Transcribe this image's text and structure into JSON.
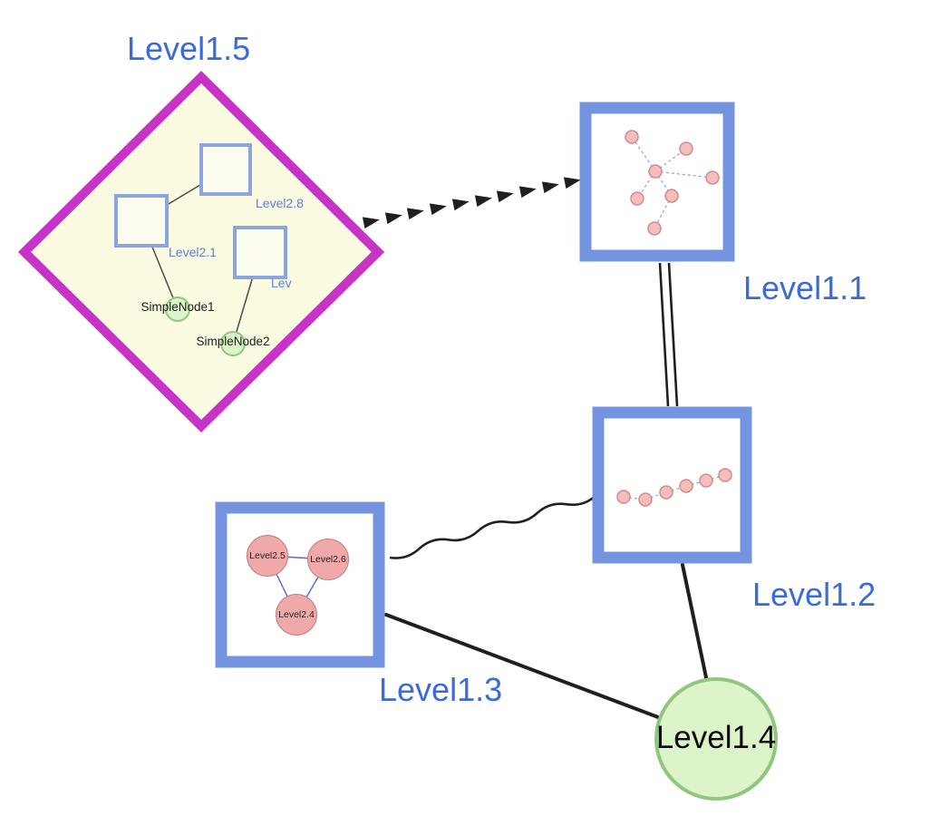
{
  "diagram": {
    "type": "nested-graph",
    "top_level_nodes": [
      {
        "id": "level15",
        "label": "Level1.5",
        "shape": "diamond-group",
        "children": {
          "group_nodes": [
            {
              "label": "Level2.8"
            },
            {
              "label": "Level2.1"
            },
            {
              "label": "Lev"
            }
          ],
          "simple_nodes": [
            {
              "label": "SimpleNode1"
            },
            {
              "label": "SimpleNode2"
            }
          ]
        }
      },
      {
        "id": "level11",
        "label": "Level1.1",
        "shape": "square-group",
        "content": {
          "small_pink_node_count": 7,
          "inner_edge_style": "dashed-star"
        }
      },
      {
        "id": "level12",
        "label": "Level1.2",
        "shape": "square-group",
        "content": {
          "small_pink_node_count": 6,
          "inner_edge_style": "dashed-chain"
        }
      },
      {
        "id": "level13",
        "label": "Level1.3",
        "shape": "square-group",
        "children": {
          "nodes": [
            {
              "label": "Level2.5"
            },
            {
              "label": "Level2.6"
            },
            {
              "label": "Level2.4"
            }
          ]
        }
      },
      {
        "id": "level14",
        "label": "Level1.4",
        "shape": "green-circle"
      }
    ],
    "edges": [
      {
        "from": "Level1.5",
        "to": "Level1.1",
        "style": "bold-dashed-arrowheads"
      },
      {
        "from": "Level1.1",
        "to": "Level1.2",
        "style": "double-parallel-line"
      },
      {
        "from": "Level1.3",
        "to": "Level1.2",
        "style": "wavy-line"
      },
      {
        "from": "Level1.3",
        "to": "Level1.4",
        "style": "solid-line"
      },
      {
        "from": "Level1.2",
        "to": "Level1.4",
        "style": "solid-line"
      }
    ]
  },
  "colors": {
    "label_blue": "#3A6BD8",
    "inner_label_blue": "#5B7FD6",
    "diamond_border": "#C733C7",
    "diamond_fill": "#FBFBE2",
    "inner_square_fill": "#FDFDEF",
    "inner_square_border": "#8CA6DD",
    "group_border": "#7494E0",
    "group_fill": "#FFFFFF",
    "green_fill": "#DDF3C9",
    "green_border": "#8FC77F",
    "pink_fill": "#F5BDBD",
    "pink_border": "#D28C8C",
    "big_pink_fill": "#EFA9A9",
    "big_pink_border": "#C47D7D",
    "mini_edge": "#97A7DA",
    "triangle_edge": "#5566CC",
    "edge_black": "#1F1F1F"
  }
}
